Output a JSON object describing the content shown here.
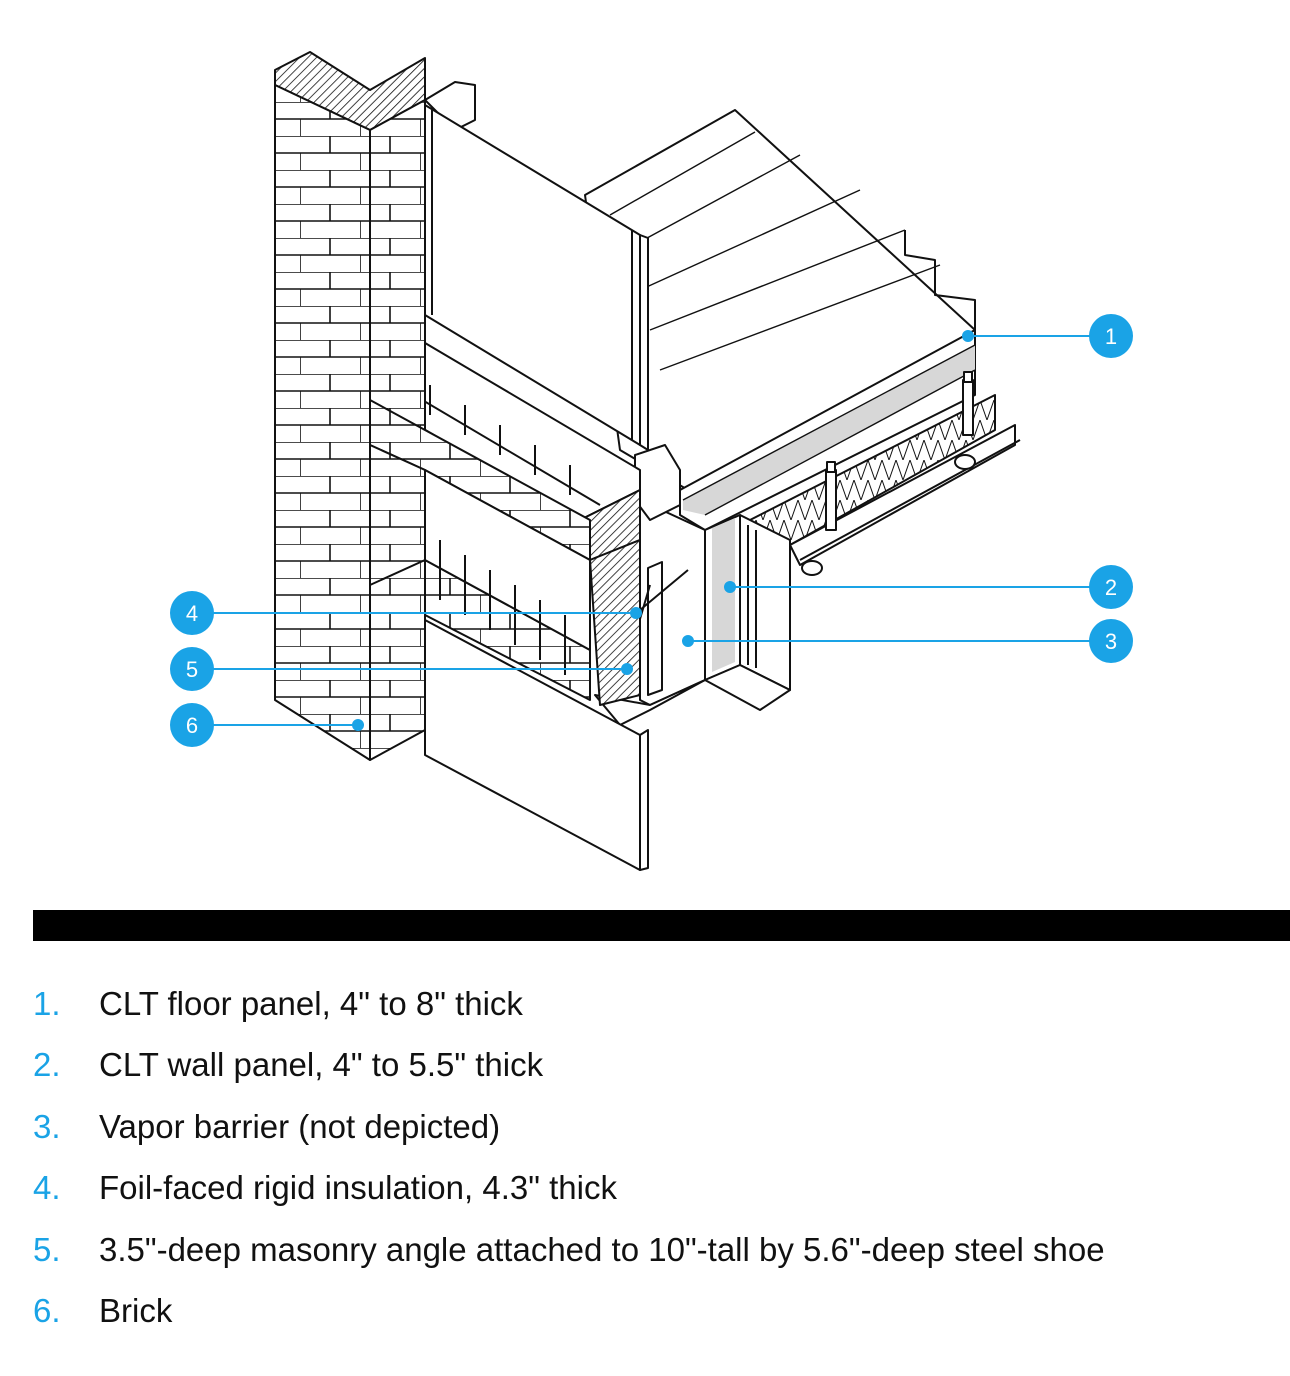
{
  "colors": {
    "accent": "#1aa3e6",
    "ink": "#111111",
    "divider": "#000000"
  },
  "callouts": [
    {
      "number": "1"
    },
    {
      "number": "2"
    },
    {
      "number": "3"
    },
    {
      "number": "4"
    },
    {
      "number": "5"
    },
    {
      "number": "6"
    }
  ],
  "legend": [
    {
      "number": "1.",
      "text": "CLT floor panel, 4\" to 8\" thick"
    },
    {
      "number": "2.",
      "text": "CLT wall panel, 4\" to 5.5\" thick"
    },
    {
      "number": "3.",
      "text": "Vapor barrier (not depicted)"
    },
    {
      "number": "4.",
      "text": "Foil-faced rigid insulation, 4.3\" thick"
    },
    {
      "number": "5.",
      "text": "3.5\"-deep masonry angle attached to 10\"-tall by 5.6\"-deep steel shoe"
    },
    {
      "number": "6.",
      "text": "Brick"
    }
  ]
}
